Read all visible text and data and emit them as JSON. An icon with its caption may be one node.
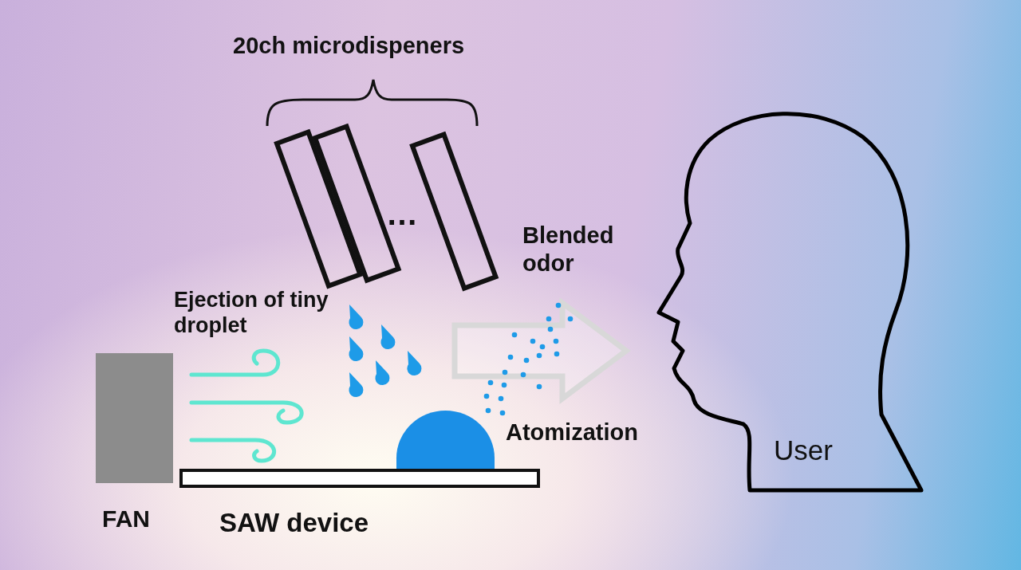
{
  "diagram": {
    "nodes": [
      {
        "text": [],
        "shape": "box",
        "beside": [
          "FAN"
        ]
      },
      {
        "text": [],
        "shape": "bar",
        "beside": [
          "SAW device"
        ]
      },
      {
        "text": [
          "User"
        ]
      },
      {
        "text": [],
        "shape": "dome"
      }
    ],
    "labels": [
      "20ch microdispeners",
      "…",
      "Blended odor",
      "Ejection of tiny droplet",
      "Atomization"
    ]
  }
}
